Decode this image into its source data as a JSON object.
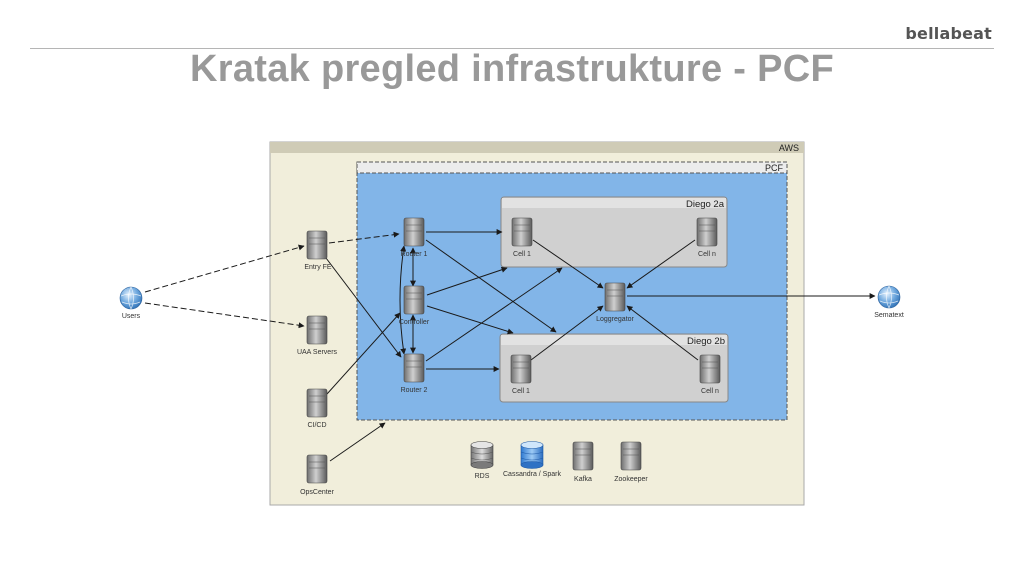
{
  "header": {
    "brand": "bellabeat",
    "title": "Kratak pregled infrastrukture - PCF"
  },
  "diagram": {
    "containers": {
      "aws": "AWS",
      "pcf": "PCF",
      "diego_2a": "Diego 2a",
      "diego_2b": "Diego 2b"
    },
    "nodes": {
      "users": "Users",
      "sematext": "Sematext",
      "entry_fe": "Entry FE",
      "uaa_servers": "UAA Servers",
      "cicd": "CI/CD",
      "opscenter": "OpsCenter",
      "router_1": "Router 1",
      "controller": "Controller",
      "router_2": "Router 2",
      "cell_1_a": "Cell 1",
      "cell_n_a": "Cell n",
      "loggregator": "Loggregator",
      "cell_1_b": "Cell 1",
      "cell_n_b": "Cell n",
      "rds": "RDS",
      "cassandra": "Cassandra / Spark",
      "kafka": "Kafka",
      "zookeeper": "Zookeeper"
    },
    "colors": {
      "aws_bg": "#f1eedb",
      "pcf_bg": "#82b5e8",
      "diego_bg": "#d0d0d0",
      "header_bar": "#cfcbb6"
    }
  }
}
